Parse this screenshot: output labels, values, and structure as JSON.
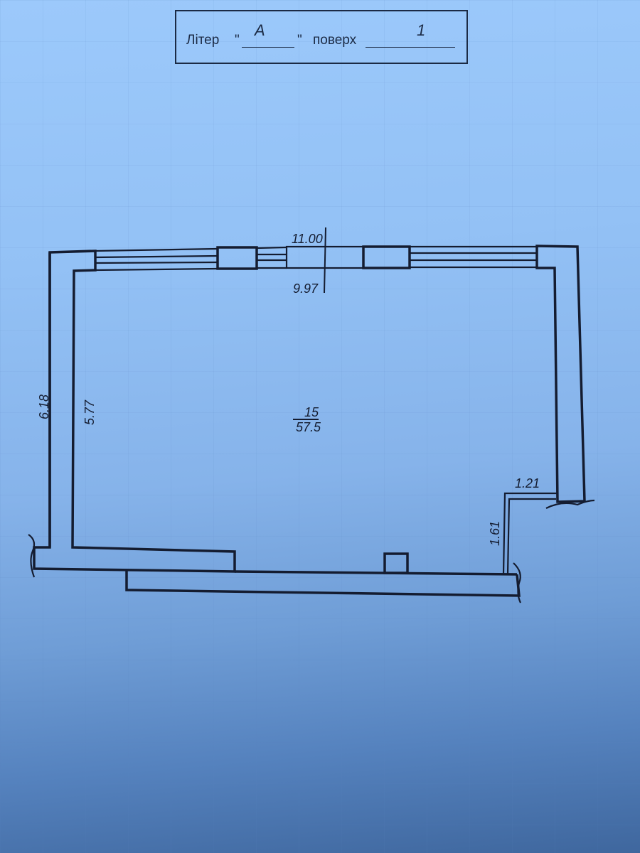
{
  "header": {
    "liter_label": "Літер",
    "quote_open": "\"",
    "liter_value": "А",
    "quote_close": "\"",
    "floor_label": "поверх",
    "floor_value": "1"
  },
  "plan": {
    "room_number": "15",
    "room_area": "57.5",
    "dimensions": {
      "outer_width": "11.00",
      "inner_width": "9.97",
      "outer_height_left": "6.18",
      "inner_height_left": "5.77",
      "niche_width": "1.21",
      "niche_height": "1.61"
    }
  },
  "colors": {
    "line": "#141c30",
    "paper_top": "#9cc9fb",
    "paper_bottom": "#3f679e"
  }
}
